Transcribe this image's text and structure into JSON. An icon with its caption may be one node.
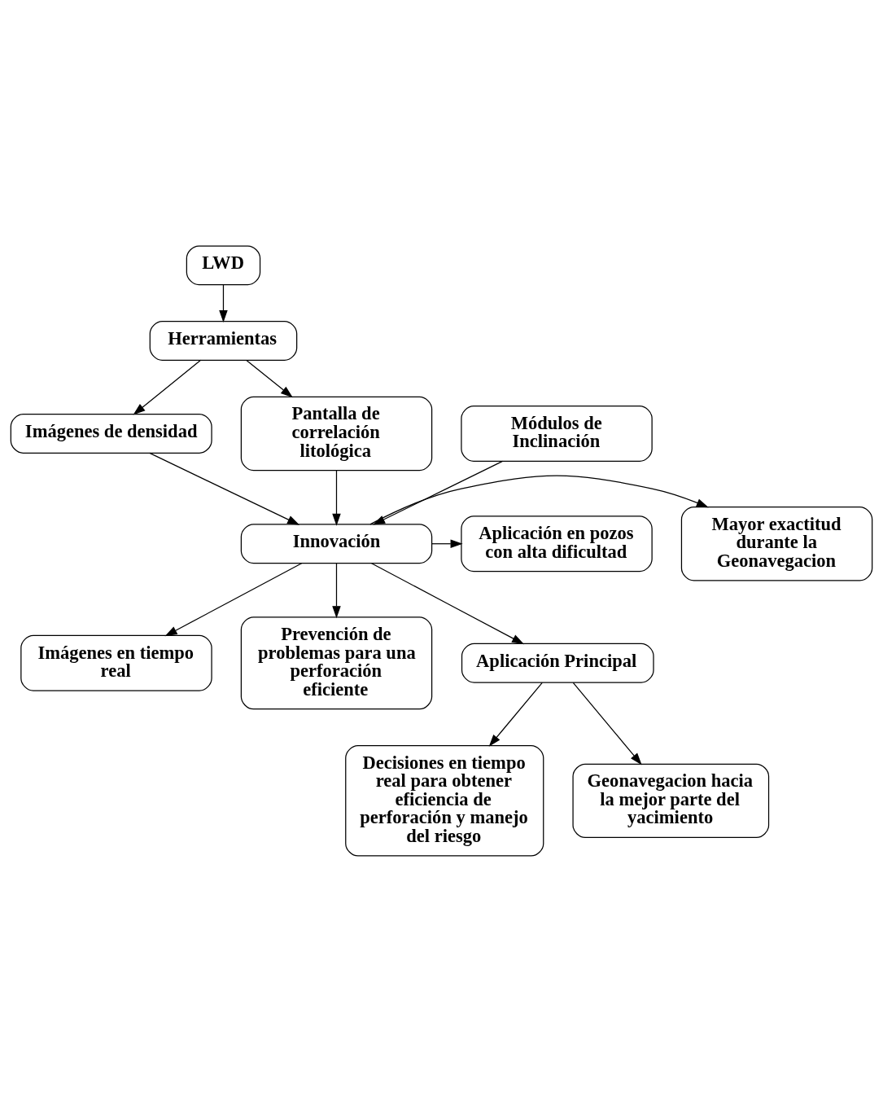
{
  "diagram": {
    "nodes": [
      {
        "text": [
          "LWD"
        ]
      },
      {
        "text": [
          "Herramientas"
        ]
      },
      {
        "text": [
          "Imágenes de densidad"
        ]
      },
      {
        "text": [
          "Módulos de Inclinación"
        ]
      },
      {
        "text": [
          "Pantalla de correlación litológica"
        ]
      },
      {
        "text": [
          "Mayor exactitud durante la Geonavegacion"
        ]
      },
      {
        "text": [
          "Innovación"
        ]
      },
      {
        "text": [
          "Aplicación en pozos con alta dificultad"
        ]
      },
      {
        "text": [
          "Imágenes en tiempo real"
        ]
      },
      {
        "text": [
          "Prevención de problemas para una perforación eficiente"
        ]
      },
      {
        "text": [
          "Aplicación Principal"
        ]
      },
      {
        "text": [
          "Decisiones en tiempo real para obtener eficiencia de perforación y manejo del riesgo"
        ]
      },
      {
        "text": [
          "Geonavegacion hacia la mejor parte del yacimiento"
        ]
      }
    ],
    "edges": [
      {
        "from": 0,
        "to": 1,
        "arrow": "to"
      },
      {
        "from": 1,
        "to": 2,
        "arrow": "to"
      },
      {
        "from": 1,
        "to": 4,
        "arrow": "to"
      },
      {
        "from": 2,
        "to": 6,
        "arrow": "to"
      },
      {
        "from": 3,
        "to": 6,
        "arrow": "to"
      },
      {
        "from": 4,
        "to": 6,
        "arrow": "to"
      },
      {
        "from": 6,
        "to": 5,
        "arrow": "to"
      },
      {
        "from": 6,
        "to": 7,
        "arrow": "to"
      },
      {
        "from": 6,
        "to": 8,
        "arrow": "to"
      },
      {
        "from": 6,
        "to": 9,
        "arrow": "to"
      },
      {
        "from": 6,
        "to": 10,
        "arrow": "to"
      },
      {
        "from": 10,
        "to": 11,
        "arrow": "to"
      },
      {
        "from": 10,
        "to": 12,
        "arrow": "to"
      }
    ]
  }
}
